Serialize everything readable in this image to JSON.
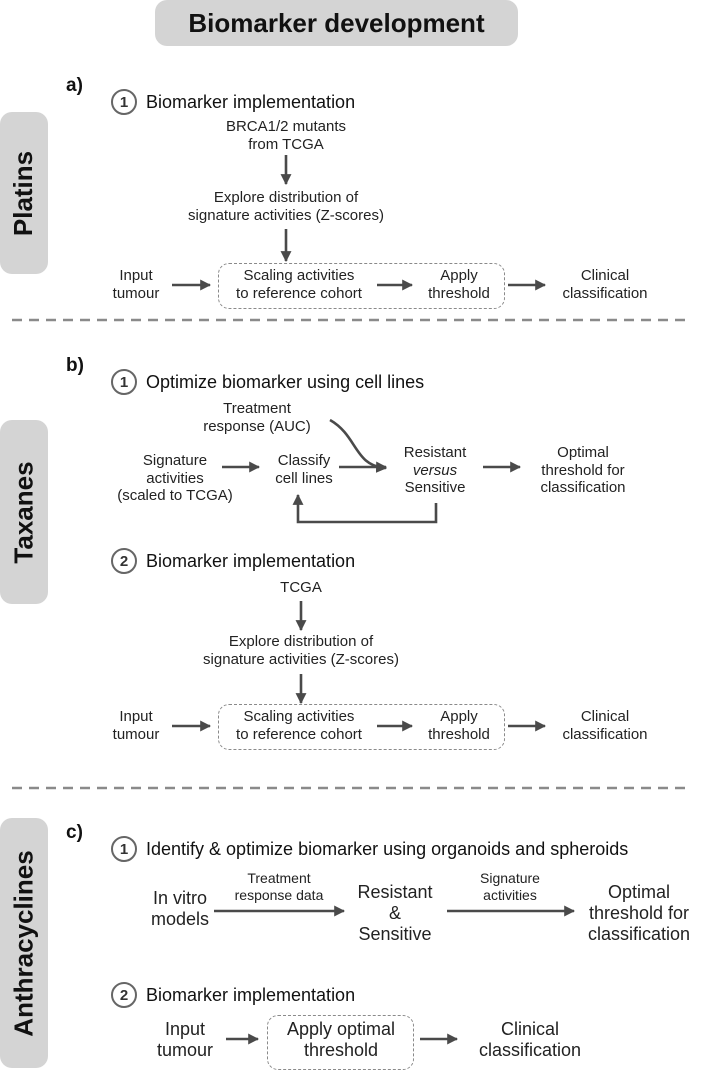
{
  "title": "Biomarker development",
  "sections": {
    "platins": {
      "tab": "Platins",
      "label": "a)",
      "step1": {
        "num": "1",
        "title": "Biomarker implementation",
        "source_l1": "BRCA1/2 mutants",
        "source_l2": "from TCGA",
        "explore_l1": "Explore distribution of",
        "explore_l2": "signature activities (Z-scores)",
        "input_l1": "Input",
        "input_l2": "tumour",
        "scaling_l1": "Scaling activities",
        "scaling_l2": "to reference cohort",
        "apply_l1": "Apply",
        "apply_l2": "threshold",
        "clinical_l1": "Clinical",
        "clinical_l2": "classification"
      }
    },
    "taxanes": {
      "tab": "Taxanes",
      "label": "b)",
      "step1": {
        "num": "1",
        "title": "Optimize biomarker using cell lines",
        "treatment_l1": "Treatment",
        "treatment_l2": "response (AUC)",
        "signature_l1": "Signature",
        "signature_l2": "activities",
        "signature_l3": "(scaled to TCGA)",
        "classify_l1": "Classify",
        "classify_l2": "cell lines",
        "resistant": "Resistant",
        "versus": "versus",
        "sensitive": "Sensitive",
        "optimal_l1": "Optimal",
        "optimal_l2": "threshold for",
        "optimal_l3": "classification"
      },
      "step2": {
        "num": "2",
        "title": "Biomarker implementation",
        "source": "TCGA",
        "explore_l1": "Explore distribution of",
        "explore_l2": "signature activities (Z-scores)",
        "input_l1": "Input",
        "input_l2": "tumour",
        "scaling_l1": "Scaling activities",
        "scaling_l2": "to reference cohort",
        "apply_l1": "Apply",
        "apply_l2": "threshold",
        "clinical_l1": "Clinical",
        "clinical_l2": "classification"
      }
    },
    "anthracyclines": {
      "tab": "Anthracyclines",
      "label": "c)",
      "step1": {
        "num": "1",
        "title": "Identify & optimize biomarker using organoids and spheroids",
        "invitro_l1": "In vitro",
        "invitro_l2": "models",
        "treatment_l1": "Treatment",
        "treatment_l2": "response data",
        "resistant": "Resistant",
        "amp": "&",
        "sensitive": "Sensitive",
        "sig_l1": "Signature",
        "sig_l2": "activities",
        "optimal_l1": "Optimal",
        "optimal_l2": "threshold for",
        "optimal_l3": "classification"
      },
      "step2": {
        "num": "2",
        "title": "Biomarker implementation",
        "input_l1": "Input",
        "input_l2": "tumour",
        "apply_l1": "Apply optimal",
        "apply_l2": "threshold",
        "clinical_l1": "Clinical",
        "clinical_l2": "classification"
      }
    }
  },
  "colors": {
    "arrow": "#4a4a4a",
    "pill": "#d4d4d4",
    "dash": "#8a8a8a"
  }
}
